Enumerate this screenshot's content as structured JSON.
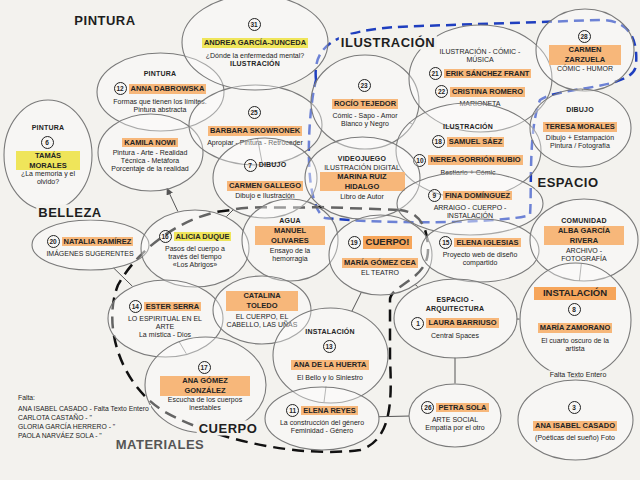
{
  "diagram": {
    "nodes": [
      {
        "text": [
          "PINTURA",
          "12",
          "ANNA DABROWSKA",
          "Formas que tienen los límites. Pintura abstracta"
        ]
      },
      {
        "text": [
          "KAMILA NOWI",
          "Pintura - Arte - Realidad",
          "Técnica - Metáfora",
          "Porcentaje de la realidad"
        ]
      },
      {
        "text": [
          "25",
          "BARBARA SKOWRONEK",
          "Apropiar - Pintura - Retroceder"
        ]
      },
      {
        "text": [
          "PINTURA",
          "6",
          "TAMÁS MORALES",
          "¿La memoria y el olvido?"
        ]
      },
      {
        "text": [
          "31",
          "ANDREA GARCÍA-JUNCEDA",
          "¿Dónde la enfermedad mental?",
          "ILUSTRACIÓN"
        ]
      },
      {
        "text": [
          "7",
          "DIBUJO",
          "CARMEN GALLEGO",
          "Dibujo e Ilustración"
        ]
      },
      {
        "text": [
          "23",
          "ROCÍO TEJEDOR",
          "Cómic - Sapo - Amor",
          "Blanco y Negro"
        ]
      },
      {
        "text": [
          "ILUSTRACIÓN - CÓMIC - MÚSICA",
          "21",
          "ERIK SÁNCHEZ FRANT",
          "22",
          "CRISTINA ROMERO",
          "MARIONETA"
        ]
      },
      {
        "text": [
          "28",
          "CARMEN ZARZUELA",
          "CÓMIC - HUMOR"
        ]
      },
      {
        "text": [
          "ILUSTRACIÓN",
          "18",
          "SAMUEL SÁEZ",
          "10",
          "NEREA GORRIÓN RUBIO",
          "Bestiario + Cómic"
        ]
      },
      {
        "text": [
          "DIBUJO",
          "TERESA MORALES",
          "Dibujo + Estampación",
          "Pintura / Fotografía"
        ]
      },
      {
        "text": [
          "VIDEOJUEGO",
          "ILUSTRACIÓN DIGITAL",
          "MARINA RUIZ HIDALGO",
          "Libro de Autor"
        ]
      },
      {
        "text": [
          "9",
          "FINA DOMÍNGUEZ",
          "ARRAIGO - CUERPO - INSTALACIÓN"
        ]
      },
      {
        "text": [
          "20",
          "NATALIA RAMÍREZ",
          "IMÁGENES SUGERENTES"
        ]
      },
      {
        "text": [
          "16",
          "ALICIA DUQUE",
          "Pasos del cuerpo a través del tiempo",
          "«Los Abrigos»"
        ]
      },
      {
        "text": [
          "AGUA",
          "MANUEL OLIVARES",
          "Ensayo de la hemorragia"
        ]
      },
      {
        "text": [
          "19",
          "CUERPO!",
          "MARÍA GÓMEZ CEA",
          "EL TEATRO"
        ]
      },
      {
        "text": [
          "14",
          "ESTER SERRA",
          "LO ESPIRITUAL EN EL ARTE",
          "La mística - Dios"
        ]
      },
      {
        "text": [
          "CATALINA TOLEDO",
          "EL CUERPO, EL CABELLO, LAS UÑAS"
        ]
      },
      {
        "text": [
          "INSTALACIÓN",
          "13",
          "ANA DE LA HUERTA",
          "El Bello y lo Siniestro"
        ]
      },
      {
        "text": [
          "17",
          "ANA GÓMEZ GONZÁLEZ",
          "Escucha de los cuerpos inestables"
        ]
      },
      {
        "text": [
          "11",
          "ELENA REYES",
          "La construcción del género",
          "Feminidad - Género"
        ]
      },
      {
        "text": [
          "15",
          "ELENA IGLESIAS",
          "Proyecto web de diseño compartido"
        ]
      },
      {
        "text": [
          "COMUNIDAD",
          "ALBA GARCÍA RIVERA",
          "ARCHIVO - FOTOGRAFÍA"
        ]
      },
      {
        "text": [
          "ESPACIO - ARQUITECTURA",
          "1",
          "LAURA BARRIUSO",
          "Central Spaces"
        ]
      },
      {
        "text": [
          "INSTALACIÓN",
          "8",
          "MARÍA ZAMORANO",
          "El cuarto oscuro de la artista"
        ]
      },
      {
        "text": [
          "26",
          "PETRA SOLA",
          "ARTE SOCIAL",
          "Empatía por el otro"
        ]
      },
      {
        "text": [
          "3",
          "ANA ISABEL CASADO",
          "(Poéticas del sueño) Foto"
        ]
      }
    ],
    "edges": [
      {
        "from": 5,
        "to": 14,
        "arrow": "none"
      },
      {
        "from": 14,
        "to": 1,
        "arrow": "to"
      },
      {
        "from": 13,
        "to": 17,
        "arrow": "none"
      },
      {
        "from": 15,
        "to": 18,
        "arrow": "none"
      },
      {
        "from": 16,
        "to": 19,
        "arrow": "none"
      },
      {
        "from": 17,
        "to": 20,
        "arrow": "none"
      },
      {
        "from": 19,
        "to": 21,
        "arrow": "none"
      },
      {
        "from": 16,
        "to": 24,
        "arrow": "none"
      },
      {
        "from": 24,
        "to": 26,
        "arrow": "none"
      },
      {
        "from": 24,
        "to": 25,
        "arrow": "none"
      },
      {
        "from": 21,
        "to": 26,
        "arrow": "none"
      },
      {
        "from": 23,
        "to": 25,
        "arrow": "none"
      },
      {
        "from": 6,
        "to": 9,
        "arrow": "none"
      },
      {
        "from": 7,
        "to": 10,
        "arrow": "none"
      },
      {
        "from": 8,
        "to": 10,
        "arrow": "none"
      },
      {
        "from": 2,
        "to": 5,
        "arrow": "none"
      }
    ],
    "labels": [
      "PINTURA",
      "ILUSTRACIÓN",
      "ESPACIO",
      "BELLEZA",
      "CUERPO",
      "MATERIALES",
      "Falta Texto Entero",
      "Falta:",
      "ANA ISABEL CASADO - Falta Texto Entero",
      "CARLOTA CASTAÑO - \"",
      "GLORIA GARCÍA HERRERO - \"",
      "PAOLA NARVÁEZ SOLA - \""
    ]
  }
}
